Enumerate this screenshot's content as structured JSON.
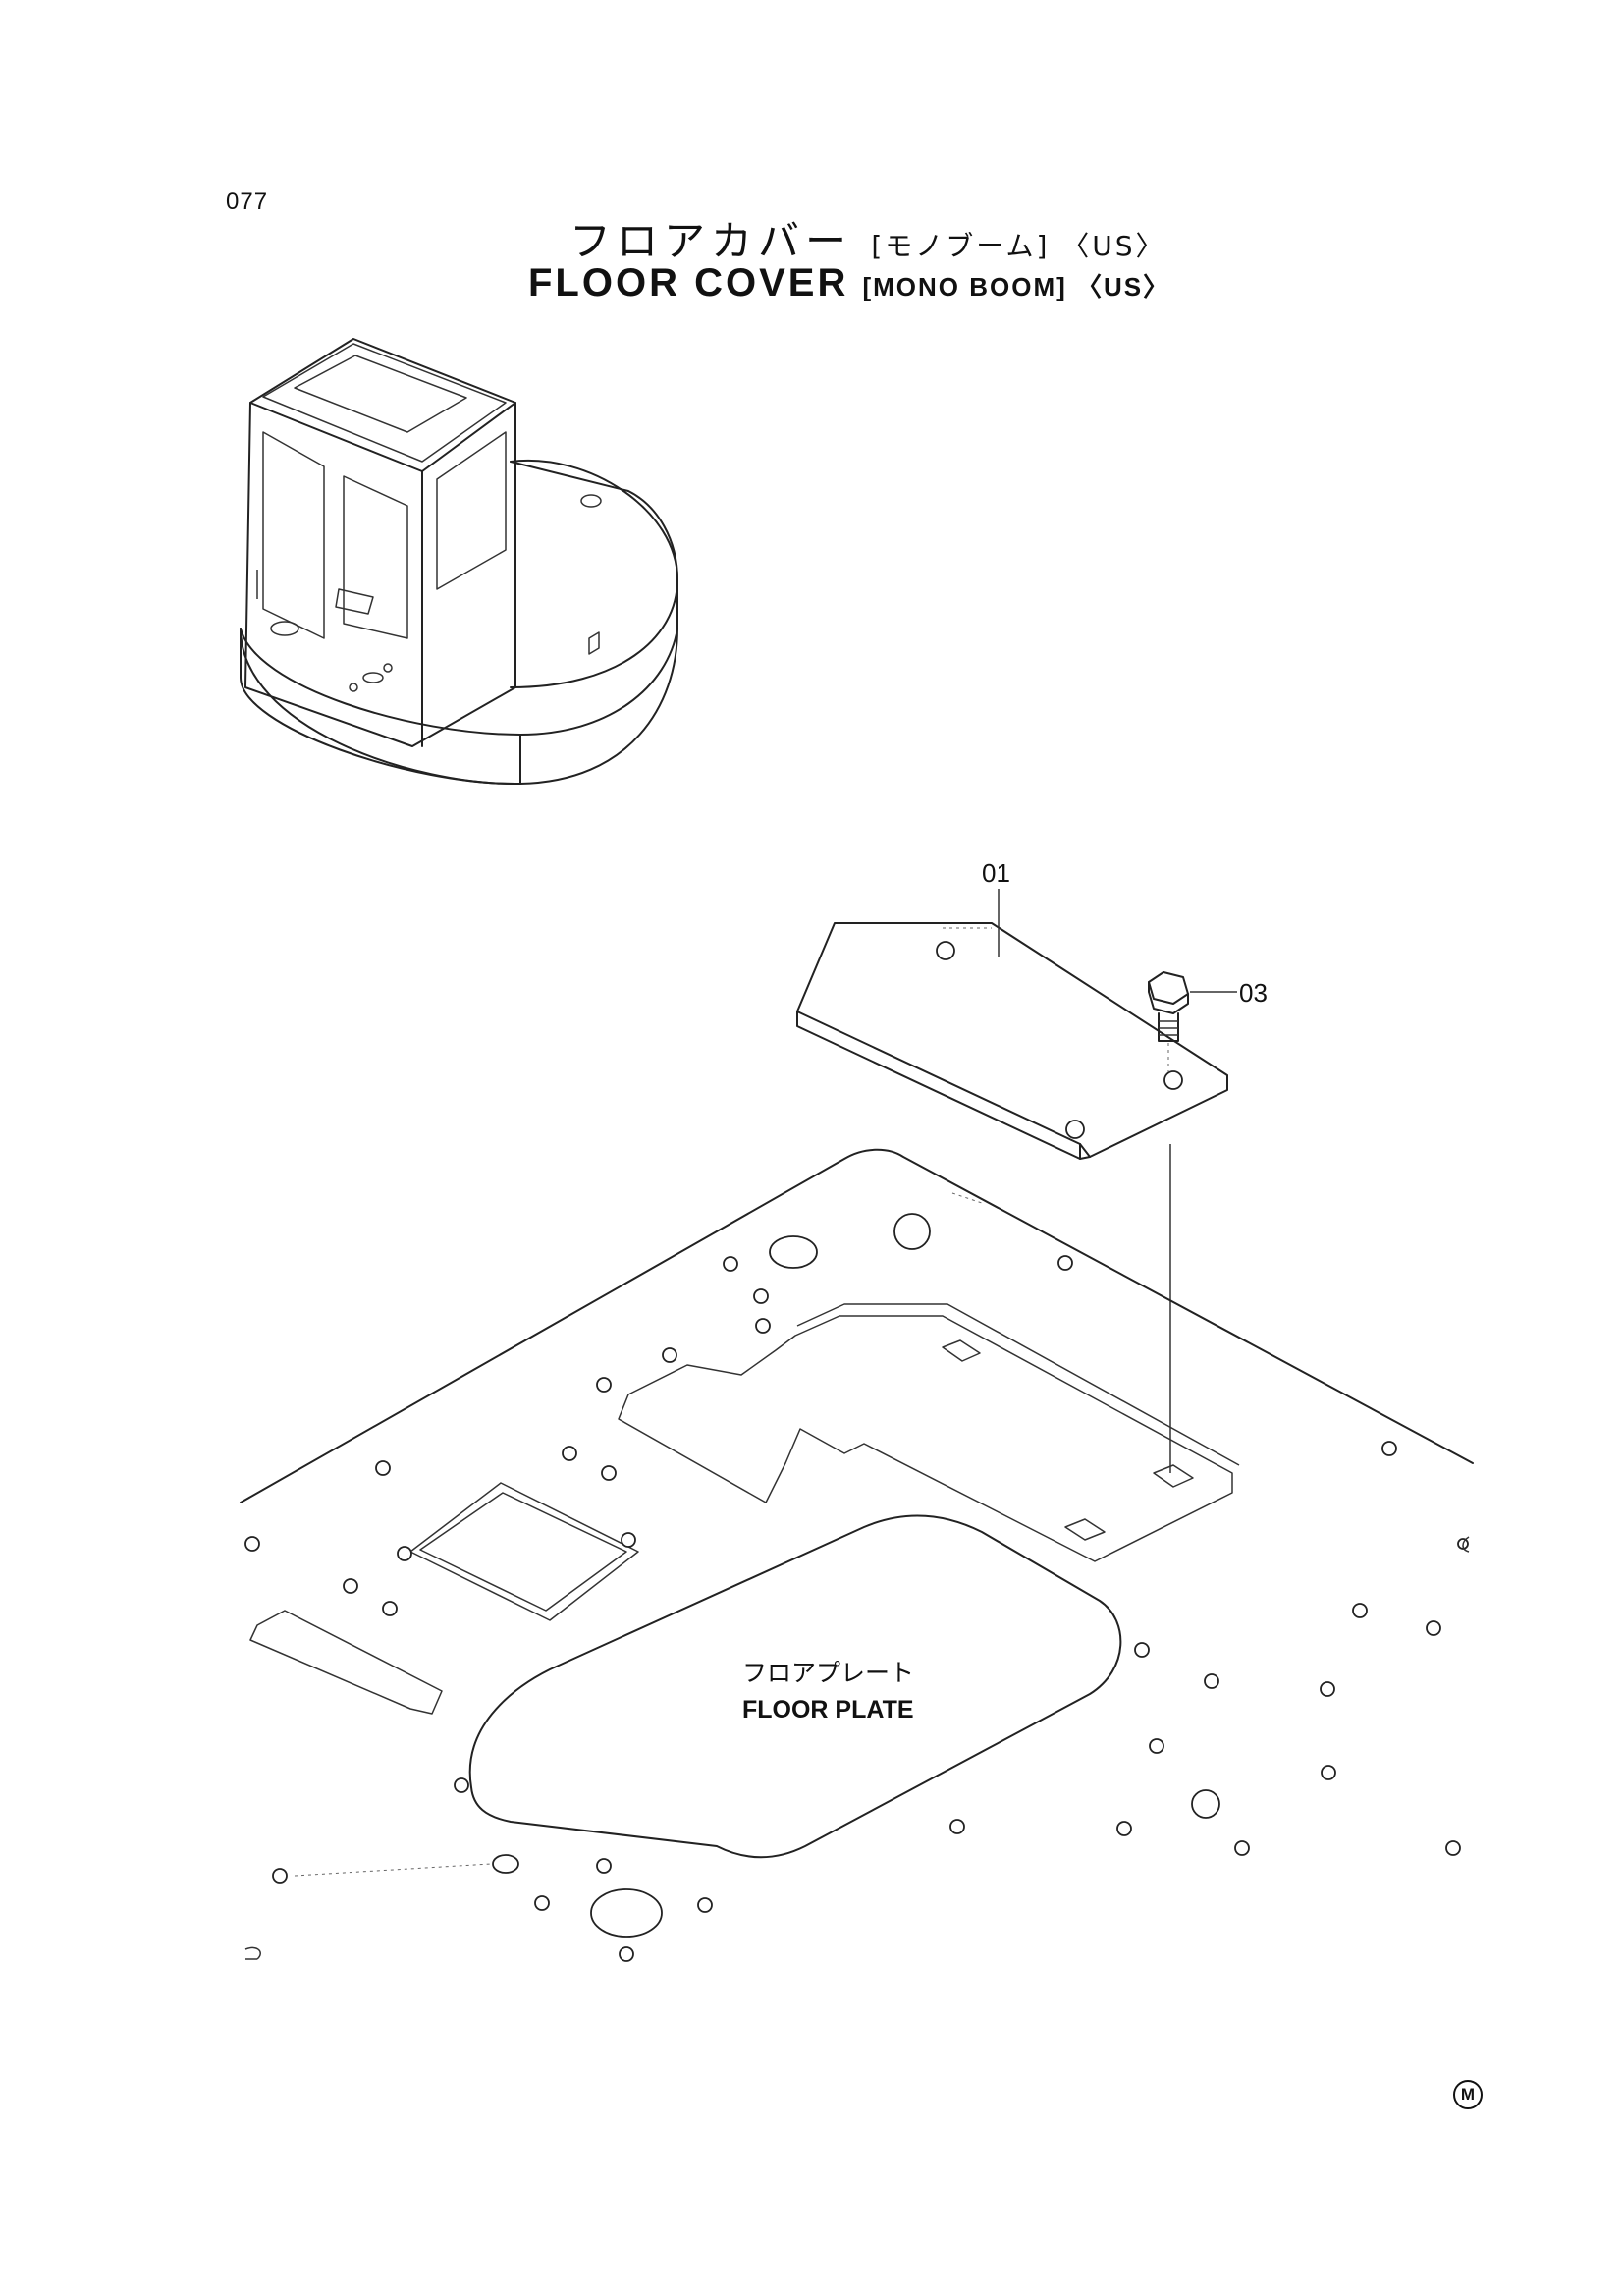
{
  "page_number": "077",
  "title": {
    "jp_main": "フロアカバー",
    "jp_sub": "[モノブーム] 〈US〉",
    "en_main": "FLOOR COVER",
    "en_sub": "[MONO BOOM] 〈US〉"
  },
  "callouts": {
    "part_01": "01",
    "part_03": "03"
  },
  "floor_plate_label": {
    "jp": "フロアプレート",
    "en": "FLOOR PLATE"
  },
  "corner_mark": "M"
}
